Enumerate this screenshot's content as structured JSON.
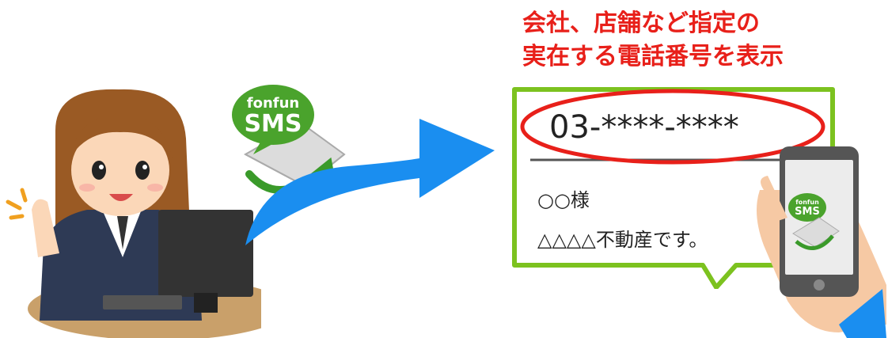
{
  "headline": {
    "line1": "会社、店舗など指定の",
    "line2": "実在する電話番号を表示",
    "color": "#e8201a"
  },
  "message": {
    "phone_number": "03-****-****",
    "recipient": "○○様",
    "body": "△△△△不動産です。",
    "border_color": "#7cc21f",
    "highlight_color": "#e8201a"
  },
  "brand": {
    "logo_line1": "fonfun",
    "logo_line2": "SMS",
    "logo_color": "#4aa32c"
  },
  "arrow": {
    "color": "#1a8ef0"
  },
  "icons": [
    "person-at-computer",
    "sms-envelope-icon",
    "arrow-icon",
    "smartphone-in-hand-icon"
  ]
}
